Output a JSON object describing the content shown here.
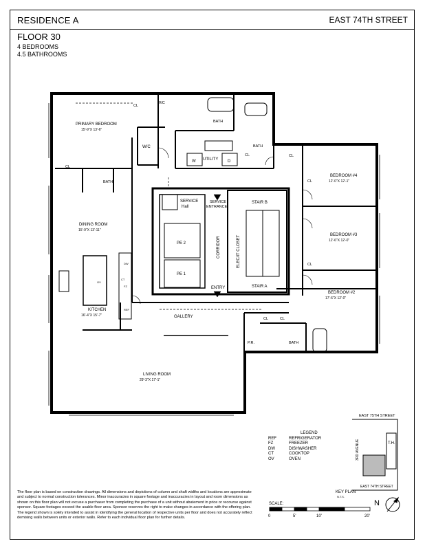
{
  "header": {
    "residence": "RESIDENCE A",
    "floor": "FLOOR 30",
    "bedrooms": "4 BEDROOMS",
    "bathrooms": "4.5 BATHROOMS",
    "street": "EAST 74TH STREET"
  },
  "rooms": {
    "primary_bedroom": "PRIMARY BEDROOM",
    "primary_bedroom_dim": "15'-9\"X 13'-6\"",
    "dining_room": "DINING ROOM",
    "dining_room_dim": "15'-9\"X 13'-11\"",
    "kitchen": "KITCHEN",
    "kitchen_dim": "16'-4\"X 15'-7\"",
    "living_room": "LIVING ROOM",
    "living_room_dim": "29'-3\"X 17'-1\"",
    "gallery": "GALLERY",
    "bedroom4": "BEDROOM #4",
    "bedroom4_dim": "12'-0\"X 12'-1\"",
    "bedroom3": "BEDROOM #3",
    "bedroom3_dim": "12'-6\"X 12'-0\"",
    "bedroom2": "BEDROOM #2",
    "bedroom2_dim": "17'-6\"X 12'-0\"",
    "service_hall": [
      "SERVICE",
      "Hall"
    ],
    "service_entrance": [
      "SERVICE",
      "ENTRANCE"
    ],
    "stair_b": "STAIR B",
    "stair_a": "STAIR A",
    "corridor": "CORRIDOR",
    "elec_closet": "ELEC/IT CLOSET",
    "entry": "ENTRY",
    "pe2": "PE 2",
    "pe1": "PE 1",
    "wic": "W/C",
    "wc": "W/C",
    "cl": "CL",
    "bath": "BATH",
    "utility": "UTILITY",
    "w": "W",
    "d": "D",
    "pr": "P.R.",
    "ref": "REF",
    "fz": "FZ",
    "dw": "DW",
    "ct": "CT",
    "ov": "OV"
  },
  "legend": {
    "title": "LEGEND",
    "items": [
      {
        "code": "REF",
        "label": "REFRIGERATOR"
      },
      {
        "code": "FZ",
        "label": "FREEZER"
      },
      {
        "code": "DW",
        "label": "DISHWASHER"
      },
      {
        "code": "CT",
        "label": "COOKTOP"
      },
      {
        "code": "OV",
        "label": "OVEN"
      }
    ]
  },
  "keyplan": {
    "street_top": "EAST 75TH STREET",
    "street_bottom": "EAST 74TH STREET",
    "avenue": "3RD AVENUE",
    "th": "T.H.",
    "label": "KEY PLAN",
    "na": "N.T.S."
  },
  "scale": {
    "label": "SCALE:",
    "ticks": [
      "0",
      "5'",
      "10'",
      "20'"
    ]
  },
  "north": "N",
  "disclaimer": "The floor plan is based on construction drawings. All dimensions and depictions of column and shaft widths and locations are approximate and subject to normal construction tolerances. Minor inaccuracies in square footage and inaccuracies in layout and room dimensions as shown on this floor plan will not excuse a purchaser from completing the purchase of a unit without abatement in price or recourse against sponsor. Square footages exceed the usable floor area. Sponsor reserves the right to make changes in accordance with the offering plan. The legend shown is solely intended to assist in identifying the general location of respective units per floor and does not accurately reflect demising walls between units or exterior walls. Refer to each individual floor plan for further details."
}
